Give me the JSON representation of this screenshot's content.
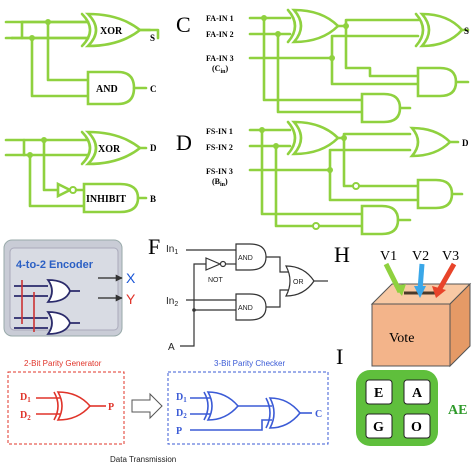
{
  "panelA": {
    "gate_xor": "XOR",
    "gate_and": "AND",
    "out_s": "S",
    "out_c": "C"
  },
  "panelB": {
    "gate_xor": "XOR",
    "gate_inhibit": "INHIBIT",
    "out_d": "D",
    "out_b": "B"
  },
  "panelC": {
    "letter": "C",
    "in1": "FA-IN 1",
    "in2": "FA-IN 2",
    "in3": "FA-IN 3",
    "in3_sub": "(C",
    "in3_sub2": "in",
    "in3_sub3": ")",
    "out": "S"
  },
  "panelD": {
    "letter": "D",
    "in1": "FS-IN 1",
    "in2": "FS-IN 2",
    "in3": "FS-IN 3",
    "in3_sub": "(B",
    "in3_sub2": "in",
    "in3_sub3": ")",
    "out": "D"
  },
  "panelE": {
    "title": "4-to-2 Encoder",
    "out_x": "X",
    "out_y": "Y",
    "title_color": "#2a5fc4",
    "x_color": "#1a56d6",
    "y_color": "#e0342a"
  },
  "panelF": {
    "letter": "F",
    "in1": "In",
    "in1_sub": "1",
    "in2": "In",
    "in2_sub": "2",
    "a": "A",
    "gate_and1": "AND",
    "gate_not": "NOT",
    "gate_and2": "AND",
    "gate_or": "OR"
  },
  "panelG": {
    "gen_title": "2-Bit Parity Generator",
    "chk_title": "3-Bit Parity Checker",
    "d1": "D",
    "d1_sub": "1",
    "d2": "D",
    "d2_sub": "2",
    "p": "P",
    "cd1": "D",
    "cd1_sub": "1",
    "cd2": "D",
    "cd2_sub": "2",
    "cp": "P",
    "c": "C",
    "transmission": "Data Transmission",
    "red": "#e0342a",
    "blue": "#3b5bd6"
  },
  "panelH": {
    "letter": "H",
    "v1": "V1",
    "v2": "V2",
    "v3": "V3",
    "box_label": "Vote",
    "box_color": "#f3b48a"
  },
  "panelI": {
    "letter": "I",
    "keys": [
      "E",
      "A",
      "G",
      "O"
    ],
    "side": "AE",
    "bg": "#5fbf3c",
    "side_color": "#2e9a2a"
  }
}
